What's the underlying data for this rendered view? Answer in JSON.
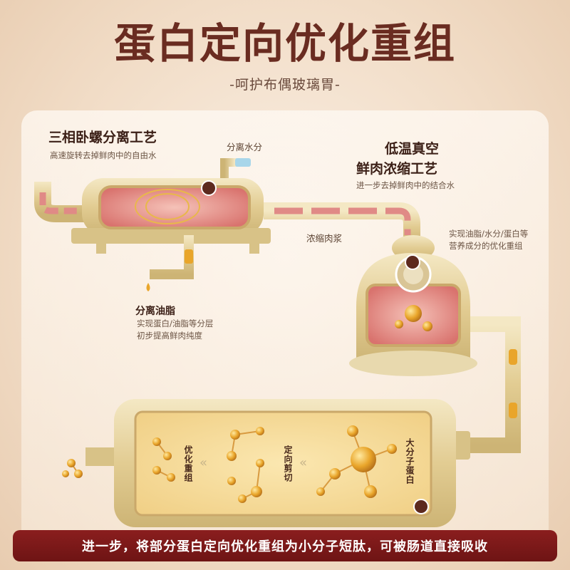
{
  "header": {
    "title": "蛋白定向优化重组",
    "subtitle": "-呵护布偶玻璃胃-"
  },
  "step1": {
    "title": "三相卧螺分离工艺",
    "desc": "高速旋转去掉鲜肉中的自由水",
    "water_label": "分离水分",
    "oil_title": "分离油脂",
    "oil_desc_1": "实现蛋白/油脂等分层",
    "oil_desc_2": "初步提高鲜肉纯度"
  },
  "flow": {
    "paste_label": "浓缩肉浆"
  },
  "step2": {
    "title_1": "低温真空",
    "title_2": "鲜肉浓缩工艺",
    "desc": "进一步去掉鲜肉中的结合水",
    "note_1": "实现油脂/水分/蛋白等",
    "note_2": "营养成分的优化重组"
  },
  "step3": {
    "large_molecule": "大分子蛋白",
    "directional_cut": "定向剪切",
    "optimize": "优化重组"
  },
  "footer": {
    "banner": "进一步，将部分蛋白定向优化重组为小分子短肽，可被肠道直接吸收"
  },
  "colors": {
    "title": "#6a2c21",
    "banner": "#7a1a1a",
    "gold": "#e3d09b",
    "meat": "#e08a86",
    "marker": "#5d2a1e"
  }
}
